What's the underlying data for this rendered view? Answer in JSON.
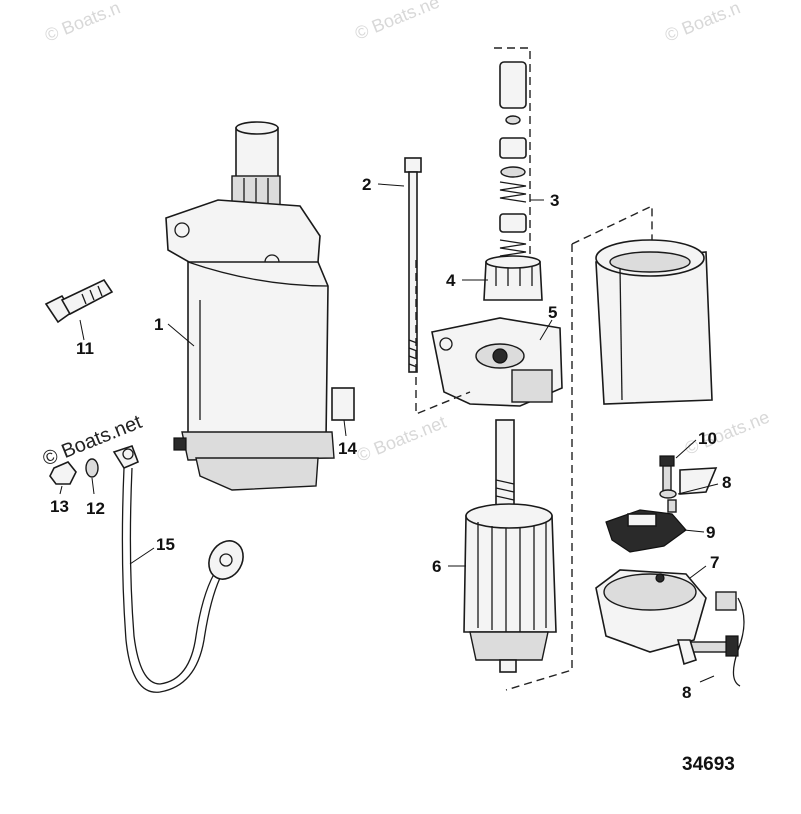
{
  "watermarks": {
    "text": "© Boats.net",
    "partial_top_left": "© Boats.n",
    "partial_top_mid": "© Boats.ne",
    "partial_top_right": "© Boats.n",
    "center": "© Boats.net",
    "right": "© Boats.ne",
    "left_dark": "© Boats.net"
  },
  "callouts": [
    "1",
    "2",
    "3",
    "4",
    "5",
    "6",
    "7",
    "8",
    "9",
    "10",
    "11",
    "12",
    "13",
    "14",
    "15",
    "8"
  ],
  "drawing_id": "34693"
}
